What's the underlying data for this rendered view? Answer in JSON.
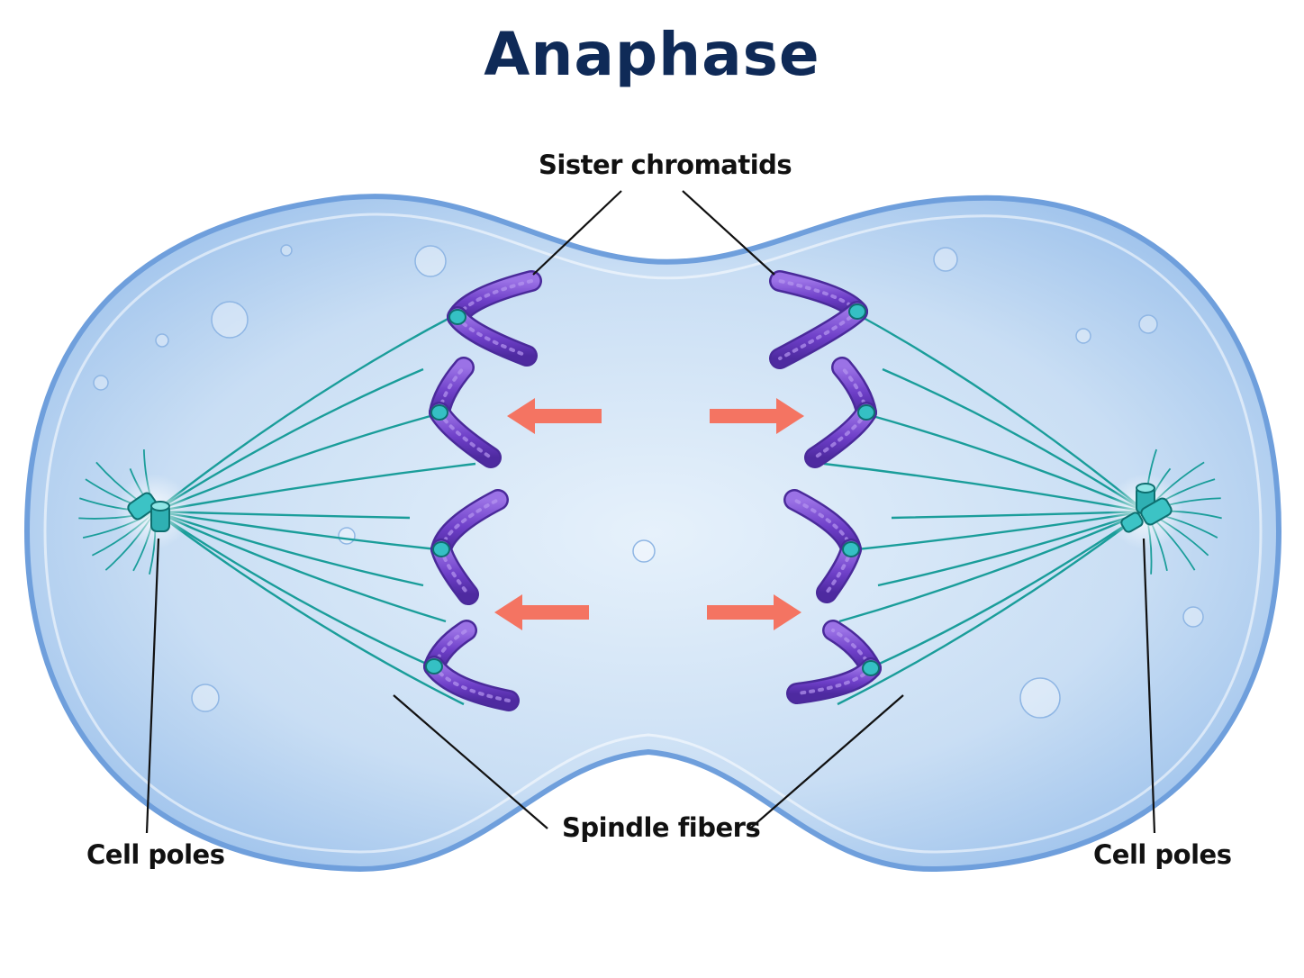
{
  "title": "Anaphase",
  "labels": {
    "sister_chromatids": "Sister chromatids",
    "spindle_fibers": "Spindle fibers",
    "cell_poles_left": "Cell poles",
    "cell_poles_right": "Cell poles"
  },
  "colors": {
    "title": "#0f2a57",
    "label": "#111111",
    "cell_fill": "#cfe3f6",
    "cell_edge": "#6a9fdc",
    "spindle": "#1a9d9a",
    "centrosome": "#35c0c4",
    "chromatid": "#7a4fcf",
    "chromatid_dark": "#4a2a9a",
    "arrow": "#f47462",
    "leader": "#111111"
  }
}
